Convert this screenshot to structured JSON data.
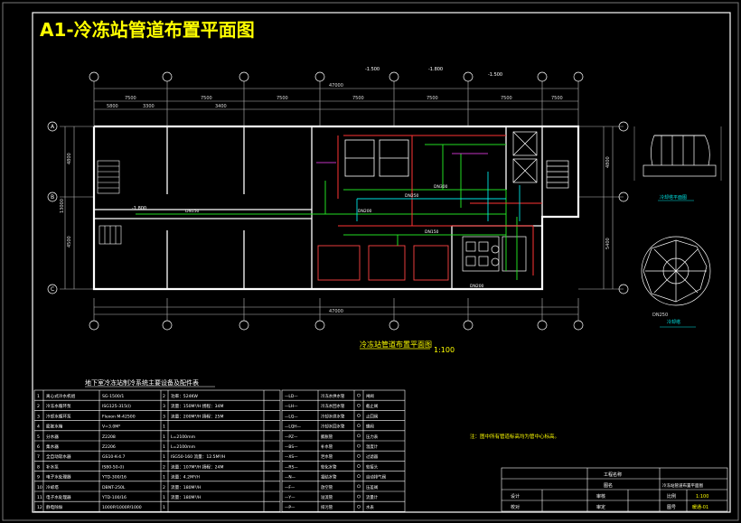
{
  "drawing_title": "A1-冷冻站管道布置平面图",
  "plan": {
    "caption": "冷冻站管道布置平面图",
    "scale": "1:100",
    "overall_dim_top": "47000",
    "overall_dim_bottom": "47000",
    "top_dims": [
      "7500",
      "7500",
      "7500",
      "7500",
      "7500",
      "7500",
      "7500"
    ],
    "sub_dims": [
      "5800",
      "3300",
      "3400"
    ],
    "left_dims": [
      "4800",
      "13000",
      "4500"
    ],
    "right_dims": [
      "4800",
      "5400"
    ],
    "grid_letters": [
      "A",
      "B",
      "C"
    ],
    "elevation_marks": [
      "-1.500",
      "-1.800",
      "-1.500",
      "-1.800"
    ],
    "pipe_tags": [
      "DN150",
      "DN200",
      "DN250",
      "DN300",
      "DN150",
      "DN200"
    ]
  },
  "detail_top": {
    "caption": "冷却塔平面图"
  },
  "detail_round": {
    "caption": "DN250",
    "sub": "冷却塔"
  },
  "equipment_table": {
    "title": "地下室冷冻站制冷系统主要设备及配件表",
    "rows": [
      {
        "no": "1",
        "name": "离心式冷水机组",
        "model": "SG-1500/1",
        "qty": "2",
        "spec": "功率：524KW"
      },
      {
        "no": "2",
        "name": "冷冻水循环泵",
        "model": "ISG125-315(I)",
        "qty": "3",
        "spec": "流量：150M³/H 扬程：34M"
      },
      {
        "no": "3",
        "name": "冷却水循环泵",
        "model": "Flexon M-42500",
        "qty": "3",
        "spec": "流量：200M³/H 扬程：25M"
      },
      {
        "no": "4",
        "name": "膨胀水箱",
        "model": "V=3.0M³",
        "qty": "1",
        "spec": ""
      },
      {
        "no": "5",
        "name": "分水器",
        "model": "Z2208",
        "qty": "1",
        "spec": "L=2100mm"
      },
      {
        "no": "6",
        "name": "集水器",
        "model": "Z2206",
        "qty": "1",
        "spec": "L=2100mm"
      },
      {
        "no": "7",
        "name": "全自动软水器",
        "model": "GS10-K-4.7",
        "qty": "1",
        "spec": "ISG50-160 流量：12.5M³/H"
      },
      {
        "no": "8",
        "name": "补水泵",
        "model": "IS80-50-(I)",
        "qty": "2",
        "spec": "流量：107M³/H 扬程：24M"
      },
      {
        "no": "9",
        "name": "电子水处理器",
        "model": "YTD-300/16",
        "qty": "1",
        "spec": "流量：4.2M³/H"
      },
      {
        "no": "10",
        "name": "冷却塔",
        "model": "DBNT-250L",
        "qty": "2",
        "spec": "流量：180M³/H"
      },
      {
        "no": "11",
        "name": "电子水处理器",
        "model": "YTD-100/16",
        "qty": "1",
        "spec": "流量：180M³/H"
      },
      {
        "no": "12",
        "name": "静电除垢",
        "model": "1000P/1000P/1000",
        "qty": "1",
        "spec": ""
      }
    ]
  },
  "legend_rows": [
    {
      "sym1": "—LD—",
      "txt1": "冷冻水供水管",
      "txt2": "闸阀"
    },
    {
      "sym1": "—LH—",
      "txt1": "冷冻水回水管",
      "txt2": "截止阀"
    },
    {
      "sym1": "—LQ—",
      "txt1": "冷却水供水管",
      "txt2": "止回阀"
    },
    {
      "sym1": "—LQH—",
      "txt1": "冷却水回水管",
      "txt2": "蝶阀"
    },
    {
      "sym1": "—PZ—",
      "txt1": "膨胀管",
      "txt2": "压力表"
    },
    {
      "sym1": "—BS—",
      "txt1": "补水管",
      "txt2": "温度计"
    },
    {
      "sym1": "—XS—",
      "txt1": "泄水管",
      "txt2": "过滤器"
    },
    {
      "sym1": "—RS—",
      "txt1": "软化水管",
      "txt2": "软接头"
    },
    {
      "sym1": "—N—",
      "txt1": "凝结水管",
      "txt2": "自动排气阀"
    },
    {
      "sym1": "—F—",
      "txt1": "放空管",
      "txt2": "压差阀"
    },
    {
      "sym1": "—Y—",
      "txt1": "溢流管",
      "txt2": "流量计"
    },
    {
      "sym1": "—P—",
      "txt1": "排污管",
      "txt2": "水表"
    }
  ],
  "note": "注：图中所有管道标高均为管中心标高。",
  "title_block": {
    "project_label": "工程名称",
    "drawing_label": "图名",
    "drawing_name": "冷冻站管道布置平面图",
    "designer": "设计",
    "checker": "校对",
    "reviewer": "审核",
    "approver": "审定",
    "scale_label": "比例",
    "scale_value": "1:100",
    "sheet_label": "图号",
    "sheet_value": "暖通-01"
  },
  "colors": {
    "background": "#000000",
    "frame": "#ffffff",
    "walls": "#ffffff",
    "dims": "#c8c8c8",
    "pipes_green": "#22dd22",
    "pipes_red": "#ff3333",
    "pipes_cyan": "#00e5e5",
    "title": "#ffff00",
    "magenta": "#ff44ff"
  }
}
